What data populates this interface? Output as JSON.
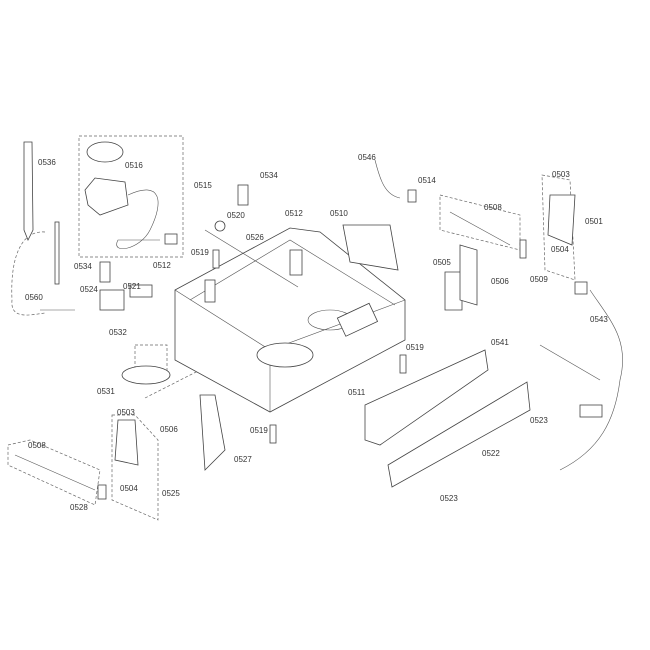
{
  "diagram": {
    "part_labels": [
      "0536",
      "0516",
      "0515",
      "0534",
      "0520",
      "0512",
      "0526",
      "0519",
      "0512",
      "0534",
      "0524",
      "0521",
      "0560",
      "0546",
      "0514",
      "0510",
      "0508",
      "0503",
      "0501",
      "0504",
      "0505",
      "0506",
      "0509",
      "0543",
      "0532",
      "0531",
      "0503",
      "0506",
      "0519",
      "0527",
      "0508",
      "0525",
      "0504",
      "0528",
      "0541",
      "0519",
      "0511",
      "0523",
      "0522",
      "0523"
    ]
  }
}
